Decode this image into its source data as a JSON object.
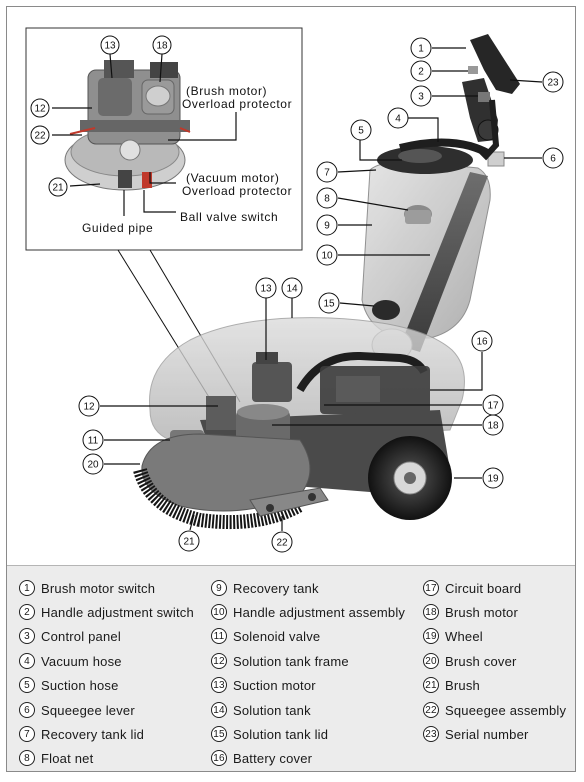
{
  "callouts": [
    {
      "n": "1",
      "label": "Brush motor switch"
    },
    {
      "n": "2",
      "label": "Handle adjustment switch"
    },
    {
      "n": "3",
      "label": "Control panel"
    },
    {
      "n": "4",
      "label": "Vacuum hose"
    },
    {
      "n": "5",
      "label": "Suction hose"
    },
    {
      "n": "6",
      "label": "Squeegee lever"
    },
    {
      "n": "7",
      "label": "Recovery tank lid"
    },
    {
      "n": "8",
      "label": "Float net"
    },
    {
      "n": "9",
      "label": "Recovery tank"
    },
    {
      "n": "10",
      "label": "Handle adjustment assembly"
    },
    {
      "n": "11",
      "label": "Solenoid valve"
    },
    {
      "n": "12",
      "label": "Solution tank frame"
    },
    {
      "n": "13",
      "label": "Suction motor"
    },
    {
      "n": "14",
      "label": "Solution tank"
    },
    {
      "n": "15",
      "label": "Solution tank lid"
    },
    {
      "n": "16",
      "label": "Battery cover"
    },
    {
      "n": "17",
      "label": "Circuit board"
    },
    {
      "n": "18",
      "label": "Brush motor"
    },
    {
      "n": "19",
      "label": "Wheel"
    },
    {
      "n": "20",
      "label": "Brush cover"
    },
    {
      "n": "21",
      "label": "Brush"
    },
    {
      "n": "22",
      "label": "Squeegee assembly"
    },
    {
      "n": "23",
      "label": "Serial number"
    }
  ],
  "inset": {
    "brush_protector_line1": "(Brush motor)",
    "brush_protector_line2": "Overload protector",
    "vacuum_protector_line1": "(Vacuum motor)",
    "vacuum_protector_line2": "Overload protector",
    "ball_valve": "Ball valve switch",
    "guided_pipe": "Guided pipe"
  },
  "colors": {
    "legend_bg": "#ececec",
    "tank": "#c9c9c9",
    "dark_metal": "#4a4a4a",
    "handle": "#2b2b2b",
    "accent_red": "#c0392b"
  }
}
